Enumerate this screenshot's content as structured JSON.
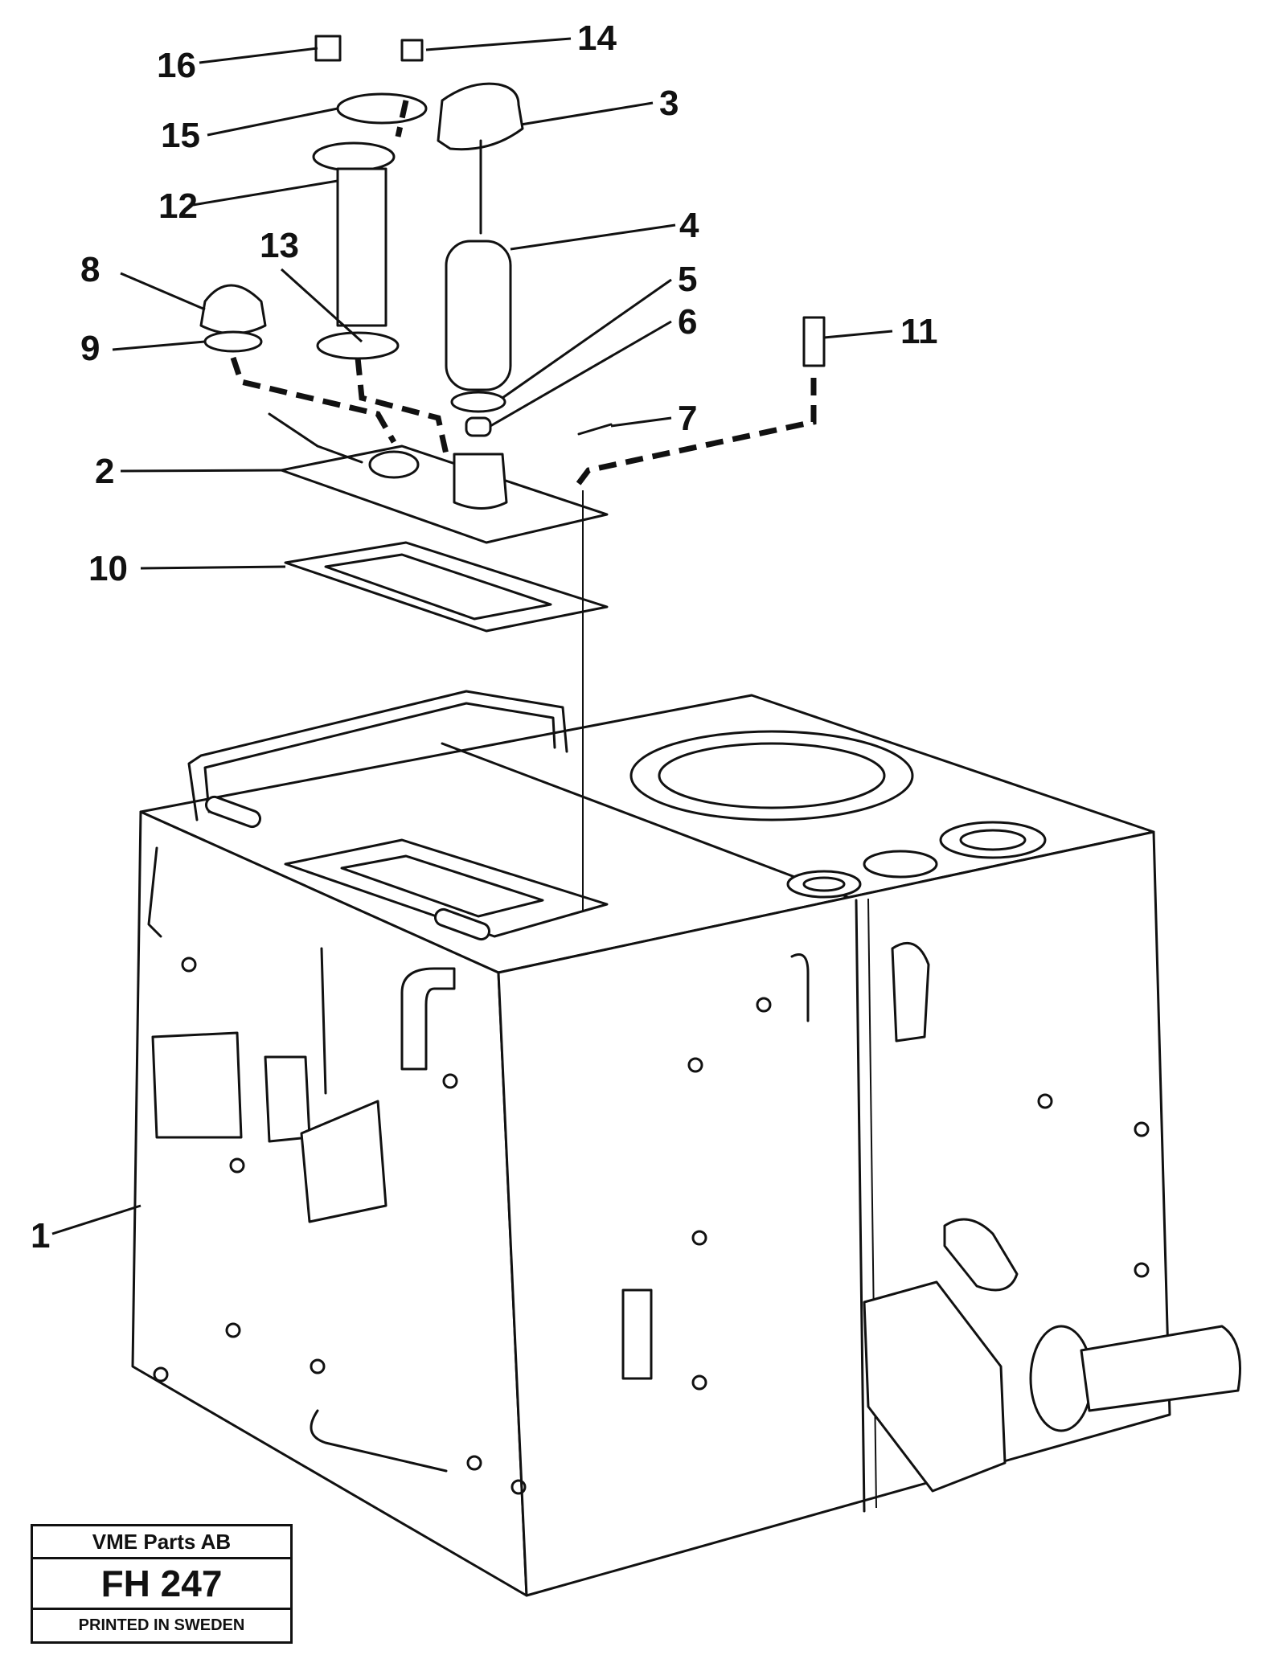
{
  "callouts": [
    {
      "id": "1",
      "text": "1"
    },
    {
      "id": "2",
      "text": "2"
    },
    {
      "id": "3",
      "text": "3"
    },
    {
      "id": "4",
      "text": "4"
    },
    {
      "id": "5",
      "text": "5"
    },
    {
      "id": "6",
      "text": "6"
    },
    {
      "id": "7",
      "text": "7"
    },
    {
      "id": "8",
      "text": "8"
    },
    {
      "id": "9",
      "text": "9"
    },
    {
      "id": "10",
      "text": "10"
    },
    {
      "id": "11",
      "text": "11"
    },
    {
      "id": "12",
      "text": "12"
    },
    {
      "id": "13",
      "text": "13"
    },
    {
      "id": "14",
      "text": "14"
    },
    {
      "id": "15",
      "text": "15"
    },
    {
      "id": "16",
      "text": "16"
    }
  ],
  "stamp": {
    "company": "VME Parts AB",
    "code": "FH 247",
    "printed": "PRINTED IN SWEDEN"
  }
}
